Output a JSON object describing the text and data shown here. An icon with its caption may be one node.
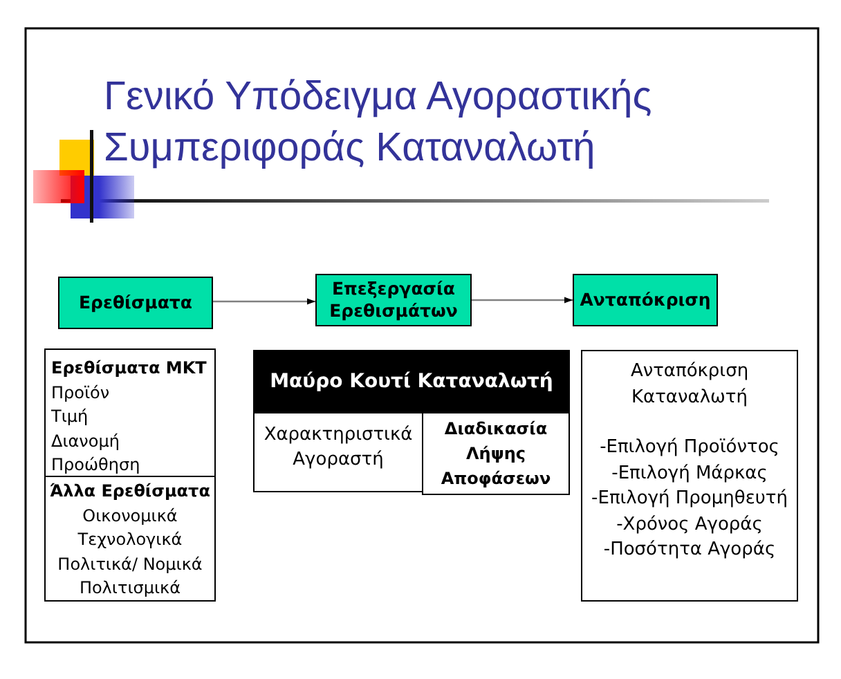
{
  "diagram": {
    "title": "Γενικό Υπόδειγμα Αγοραστικής Συμπεριφοράς Καταναλωτή",
    "nodes": [
      {
        "text": [
          "Ερεθίσματα"
        ]
      },
      {
        "text": [
          "Επεξεργασία Ερεθισμάτων"
        ]
      },
      {
        "text": [
          "Ανταπόκριση"
        ]
      },
      {
        "text": [
          "Ερεθίσματα ΜΚΤ",
          "Προϊόν",
          "Τιμή",
          "Διανομή",
          "Προώθηση"
        ]
      },
      {
        "text": [
          "Άλλα Ερεθίσματα",
          "Οικονομικά",
          "Τεχνολογικά",
          "Πολιτικά/ Νομικά",
          "Πολιτισμικά"
        ]
      },
      {
        "text": [
          "Μαύρο Κουτί Καταναλωτή"
        ]
      },
      {
        "text": [
          "Χαρακτηριστικά Αγοραστή"
        ]
      },
      {
        "text": [
          "Διαδικασία Λήψης Αποφάσεων"
        ]
      },
      {
        "text": [
          "Ανταπόκριση Καταναλωτή",
          "-Επιλογή Προϊόντος",
          "-Επιλογή Μάρκας",
          "-Επιλογή Προμηθευτή",
          "-Χρόνος Αγοράς",
          "-Ποσότητα Αγοράς"
        ]
      }
    ],
    "edges": [
      {
        "from": 0,
        "to": 1,
        "arrow": "to"
      },
      {
        "from": 1,
        "to": 2,
        "arrow": "to"
      }
    ]
  }
}
